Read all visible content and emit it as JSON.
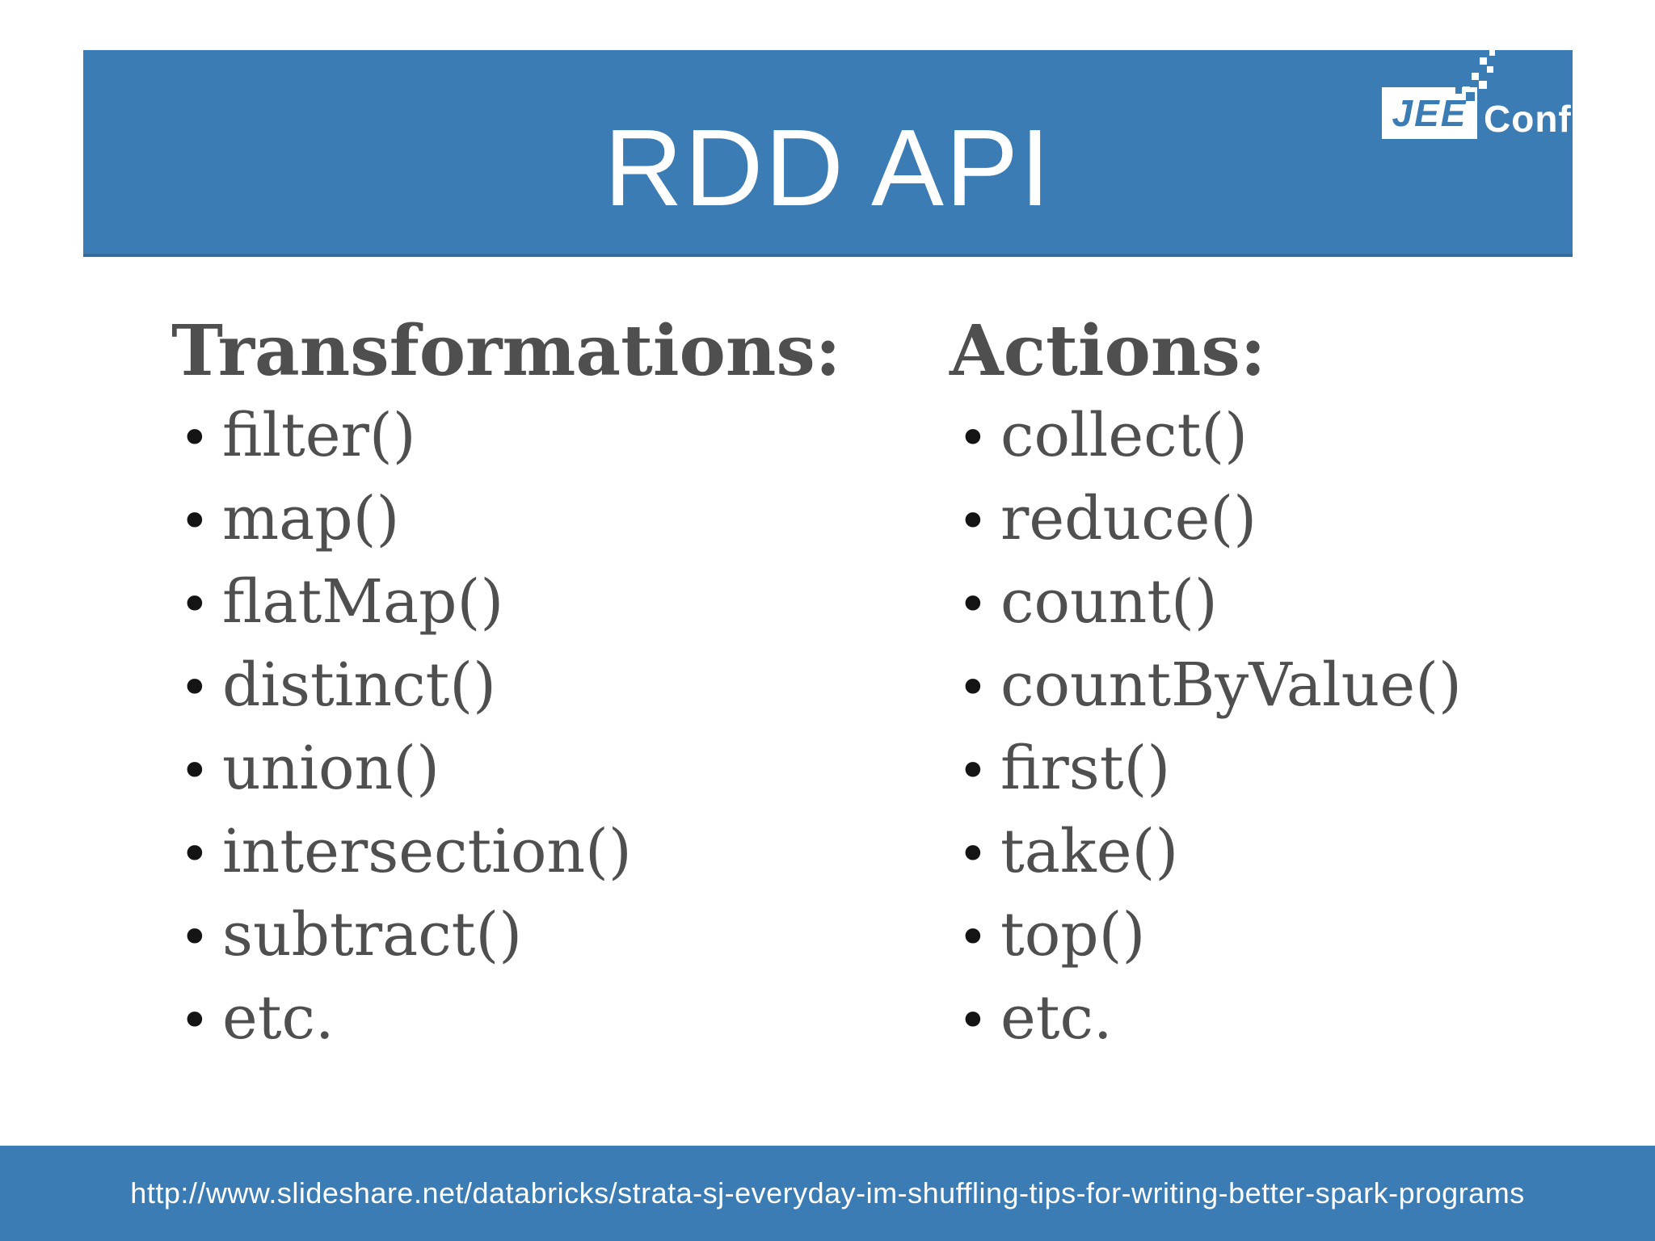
{
  "slide": {
    "title": "RDD API",
    "logo": {
      "jee": "JEE",
      "conf": "Conf"
    },
    "bullet_glyph": "•",
    "columns": [
      {
        "heading": "Transformations:",
        "items": [
          "filter()",
          "map()",
          "flatMap()",
          "distinct()",
          "union()",
          "intersection()",
          "subtract()",
          "etc."
        ]
      },
      {
        "heading": "Actions:",
        "items": [
          "collect()",
          "reduce()",
          "count()",
          "countByValue()",
          "first()",
          "take()",
          "top()",
          "etc."
        ]
      }
    ],
    "footer": {
      "url": "http://www.slideshare.net/databricks/strata-sj-everyday-im-shuffling-tips-for-writing-better-spark-programs"
    },
    "colors": {
      "accent_blue": "#3B7CB4",
      "body_text": "#4F4F4F",
      "title_text": "#FFFFFF"
    }
  }
}
